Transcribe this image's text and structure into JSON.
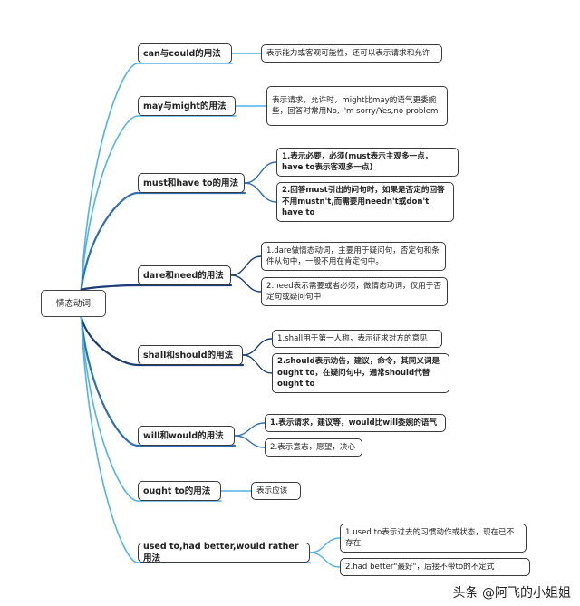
{
  "root": {
    "label": "情态动词"
  },
  "branches": [
    {
      "label": "can与could的用法",
      "children": [
        "表示能力或客观可能性，还可以表示请求和允许"
      ]
    },
    {
      "label": "may与might的用法",
      "children": [
        "表示请求，允许时，might比may的语气更委婉些，回答时常用No, i'm sorry/Yes,no problem"
      ]
    },
    {
      "label": "must和have to的用法",
      "children": [
        "1.表示必要，必须(must表示主观多一点，have to表示客观多一点)",
        "2.回答must引出的问句时，如果是否定的回答不用mustn't,而需要用needn't或don't have to"
      ]
    },
    {
      "label": "dare和need的用法",
      "children": [
        "1.dare做情态动词，主要用于疑问句，否定句和条件从句中，一般不用在肯定句中。",
        "2.need表示需要或者必须，做情态动词，仅用于否定句或疑问句中"
      ]
    },
    {
      "label": "shall和should的用法",
      "children": [
        "1.shall用于第一人称，表示征求对方的意见",
        "2.should表示劝告，建议，命令，其同义词是ought to，在疑问句中，通常should代替ought to"
      ]
    },
    {
      "label": "will和would的用法",
      "children": [
        "1.表示请求，建议等，would比will委婉的语气",
        "2.表示意志，愿望，决心"
      ]
    },
    {
      "label": "ought to的用法",
      "children": [
        "表示应该"
      ]
    },
    {
      "label": "used to,had better,would rather用法",
      "children": [
        "1.used to表示过去的习惯动作或状态，现在已不存在",
        "2.had better\"最好\"，后接不带to的不定式"
      ]
    }
  ],
  "watermark": "头条 @阿飞的小姐姐",
  "colors": {
    "line_light": "#4fb4ea",
    "line_mid": "#2f6fb5",
    "line_dark": "#1a3d7a",
    "border": "#3a3a3a"
  }
}
